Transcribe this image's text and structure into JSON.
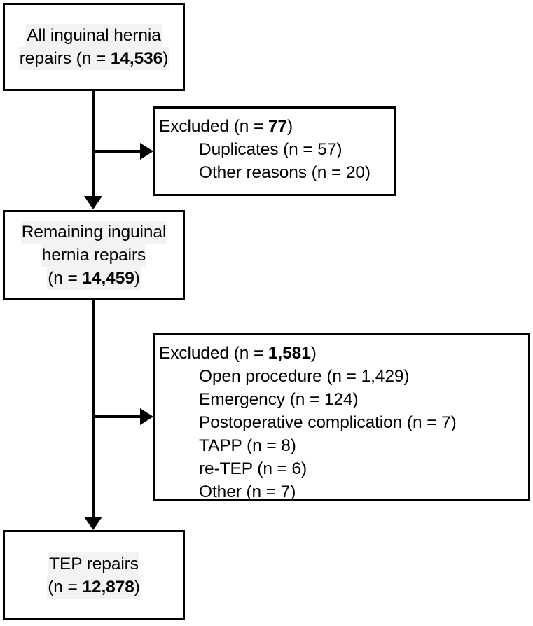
{
  "diagram": {
    "title": "Inguinal hernia repair cohort selection flowchart",
    "accent_color": "#000000",
    "highlight_color": "#f3f3f3",
    "nodes": {
      "all_repairs": {
        "line1": "All inguinal hernia",
        "line2_prefix": "repairs (n = ",
        "line2_value": "14,536",
        "line2_suffix": ")"
      },
      "remaining_repairs": {
        "line1": "Remaining inguinal",
        "line2": "hernia repairs",
        "line3_prefix": "(n = ",
        "line3_value": "14,459",
        "line3_suffix": ")"
      },
      "tep_repairs": {
        "line1": "TEP repairs",
        "line2_prefix": "(n = ",
        "line2_value": "12,878",
        "line2_suffix": ")"
      },
      "excluded_first": {
        "header_prefix": "Excluded (n = ",
        "header_value": "77",
        "header_suffix": ")",
        "reasons": [
          "Duplicates (n = 57)",
          "Other reasons (n = 20)"
        ]
      },
      "excluded_second": {
        "header_prefix": "Excluded (n = ",
        "header_value": "1,581",
        "header_suffix": ")",
        "reasons": [
          "Open procedure (n = 1,429)",
          "Emergency (n = 124)",
          "Postoperative complication (n = 7)",
          "TAPP (n = 8)",
          "re-TEP (n = 6)",
          "Other (n = 7)"
        ]
      }
    }
  }
}
